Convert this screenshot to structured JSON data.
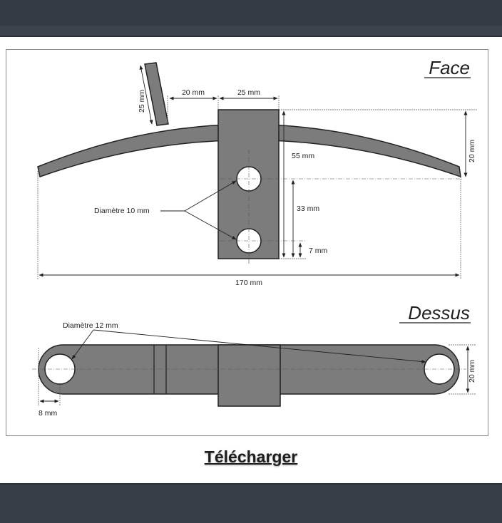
{
  "drawing": {
    "face": {
      "title": "Face",
      "dim_tab_height": "25 mm",
      "dim_offset": "20 mm",
      "dim_block_width": "25 mm",
      "dim_curve_height": "20 mm",
      "dim_upper_hole": "55 mm",
      "dim_hole_spacing": "33 mm",
      "dim_lower_hole": "7 mm",
      "hole_label": "Diamètre 10 mm",
      "dim_total_length": "170 mm"
    },
    "top": {
      "title": "Dessus",
      "hole_label": "Diamètre 12 mm",
      "dim_width": "20 mm",
      "dim_edge": "8 mm"
    }
  },
  "download_label": "Télécharger"
}
